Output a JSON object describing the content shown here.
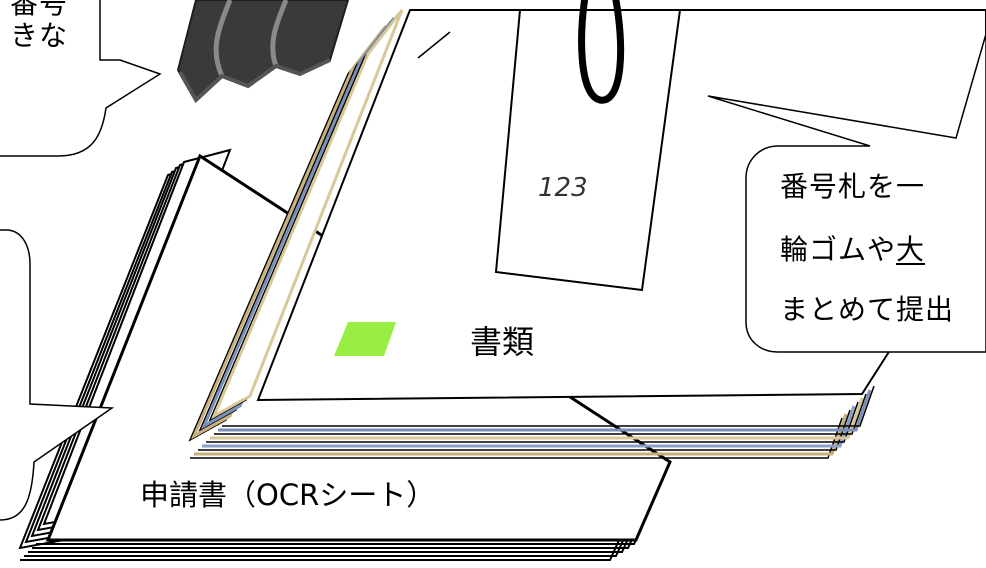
{
  "callout_top_left": {
    "lines": [
      "番号",
      "きな"
    ]
  },
  "callout_right": {
    "line1": "番号札を一",
    "line2_pre": "輪ゴムや",
    "line2_underlined": "大",
    "line3": "まとめて提出"
  },
  "documents_label": "書類",
  "number_tag": "123",
  "application_form_label": "申請書（OCRシート）",
  "colors": {
    "green_marker": "#99ee44",
    "paper_stripes": [
      "#c9b07a",
      "#7a8fb8",
      "#d8c898",
      "#8aa0c8"
    ],
    "clip": "#3a3a3a"
  }
}
